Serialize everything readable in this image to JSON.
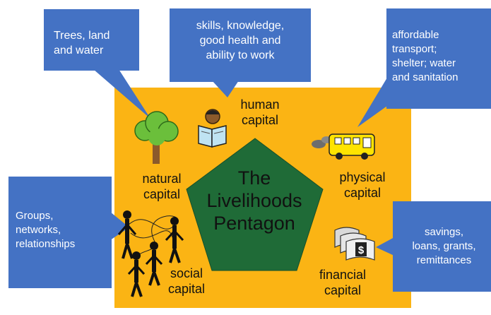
{
  "colors": {
    "background": "#FBB414",
    "pentagon": "#1F6B37",
    "callout": "#4472C4",
    "tree_foliage": "#6BBF3B",
    "tree_trunk": "#8B5A2B",
    "bus": "#FFE400"
  },
  "center": {
    "lines": [
      "The",
      "Livelihoods",
      "Pentagon"
    ]
  },
  "capitals": {
    "human": {
      "lines": [
        "human",
        "capital"
      ],
      "icon": "reading-person-icon"
    },
    "natural": {
      "lines": [
        "natural",
        "capital"
      ],
      "icon": "tree-icon"
    },
    "physical": {
      "lines": [
        "physical",
        "capital"
      ],
      "icon": "bus-icon"
    },
    "social": {
      "lines": [
        "social",
        "capital"
      ],
      "icon": "people-network-icon"
    },
    "financial": {
      "lines": [
        "financial",
        "capital"
      ],
      "icon": "money-icon"
    }
  },
  "callouts": {
    "natural": {
      "lines": [
        "Trees, land",
        "and water"
      ]
    },
    "human": {
      "lines": [
        "skills, knowledge,",
        "good health and",
        "ability to work"
      ]
    },
    "physical": {
      "lines": [
        "affordable",
        "transport;",
        "shelter; water",
        "and sanitation"
      ]
    },
    "social": {
      "lines": [
        "Groups,",
        "networks,",
        "relationships"
      ]
    },
    "financial": {
      "lines": [
        "savings,",
        "loans, grants,",
        "remittances"
      ]
    }
  }
}
